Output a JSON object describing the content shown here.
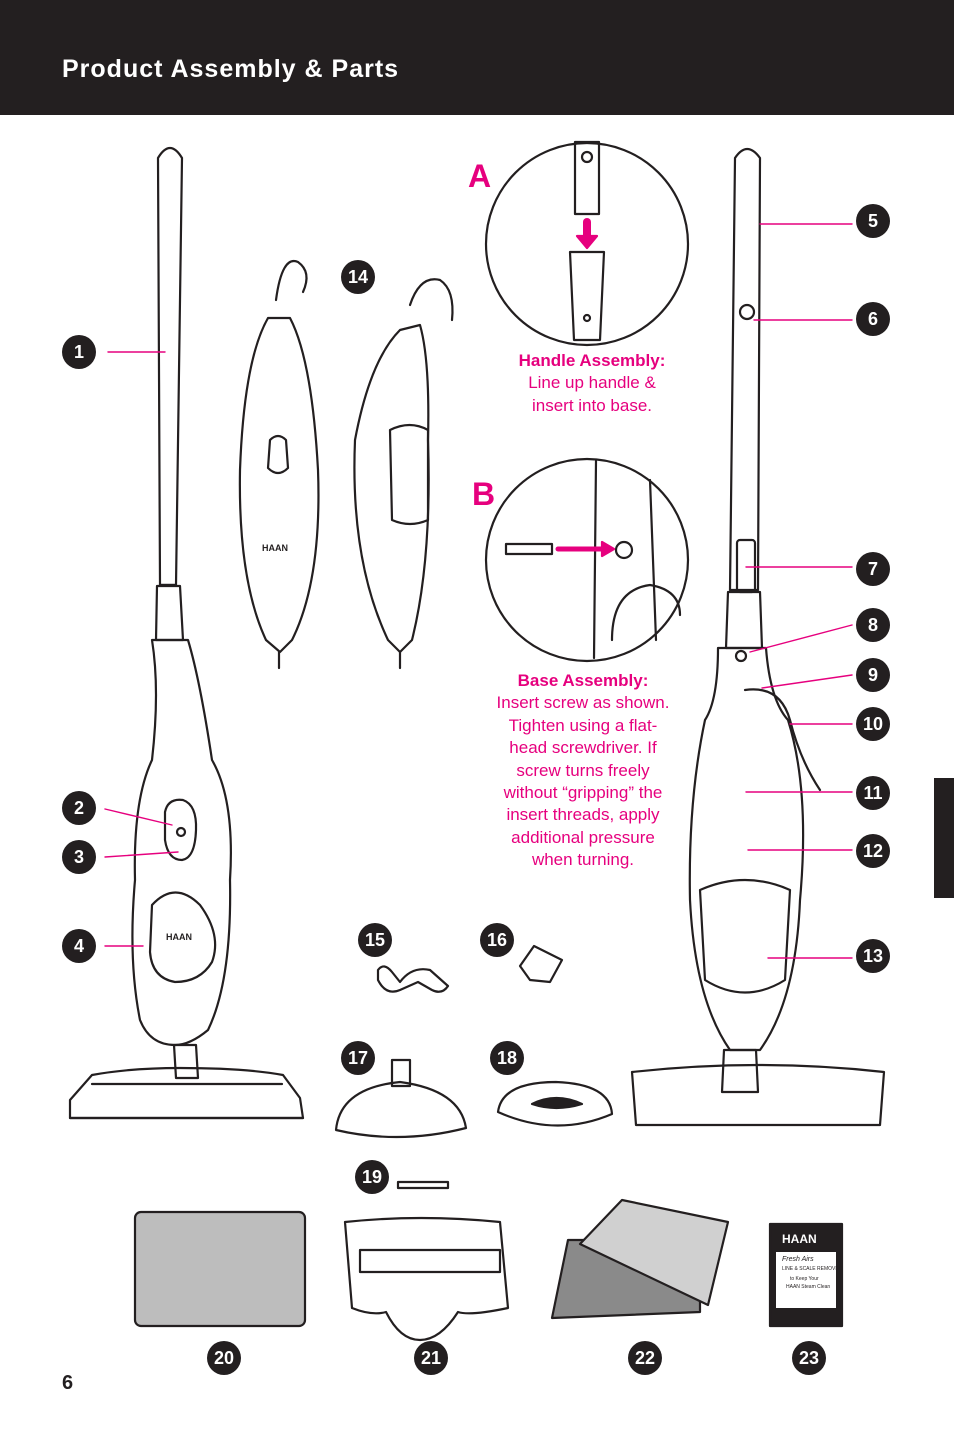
{
  "header": {
    "title": "Product Assembly & Parts"
  },
  "accent_color": "#e6007e",
  "header_color": "#231f20",
  "step_a": {
    "letter": "A",
    "title": "Handle Assembly:",
    "lines": [
      "Line up handle &",
      "insert into base."
    ]
  },
  "step_b": {
    "letter": "B",
    "title": "Base Assembly:",
    "lines": [
      "Insert screw as shown.",
      "Tighten using a flat-",
      "head screwdriver.  If",
      "screw turns freely",
      "without “gripping” the",
      "insert threads, apply",
      "additional pressure",
      "when turning."
    ]
  },
  "brand": "HAAN",
  "packet": {
    "brand": "HAAN",
    "name": "Fresh Airs",
    "line1": "LINE & SCALE REMOVER",
    "line2": "to Keep Your",
    "line3": "HAAN Steam Clean"
  },
  "part_numbers": [
    "1",
    "2",
    "3",
    "4",
    "5",
    "6",
    "7",
    "8",
    "9",
    "10",
    "11",
    "12",
    "13",
    "14",
    "15",
    "16",
    "17",
    "18",
    "19",
    "20",
    "21",
    "22",
    "23"
  ],
  "page_number": "6"
}
